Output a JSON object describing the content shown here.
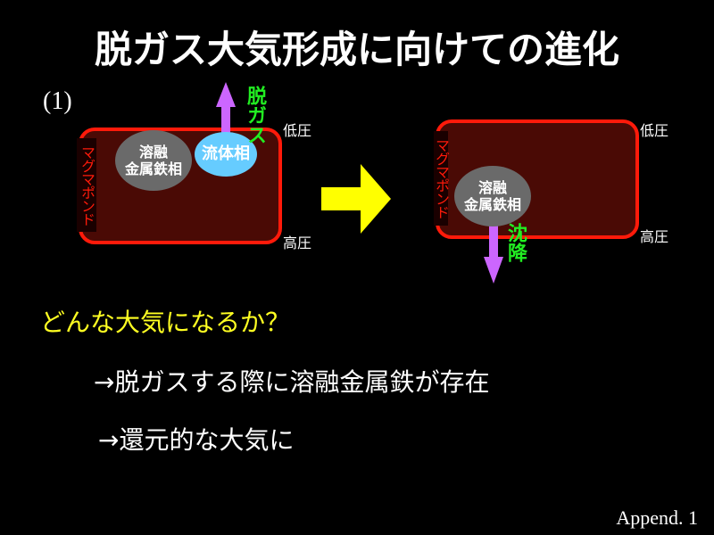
{
  "title": "脱ガス大気形成に向けての進化",
  "step": "(1)",
  "left": {
    "magma": "マグマポンド",
    "metal": [
      "溶融",
      "金属鉄相"
    ],
    "fluid": "流体相",
    "process": "脱ガス",
    "low": "低圧",
    "high": "高圧"
  },
  "right": {
    "magma": "マグマポンド",
    "metal": [
      "溶融",
      "金属鉄相"
    ],
    "process": "沈降",
    "low": "低圧",
    "high": "高圧"
  },
  "question": "どんな大気になるか？",
  "answers": [
    "→脱ガスする際に溶融金属鉄が存在",
    "→還元的な大気に"
  ],
  "footer": "Append. 1",
  "colors": {
    "pond_border": "#ff1a0a",
    "pond_fill": "#4a0a05",
    "arrow_purple": "#cc66ff",
    "arrow_yellow": "#ffff00",
    "green": "#22ee22"
  }
}
